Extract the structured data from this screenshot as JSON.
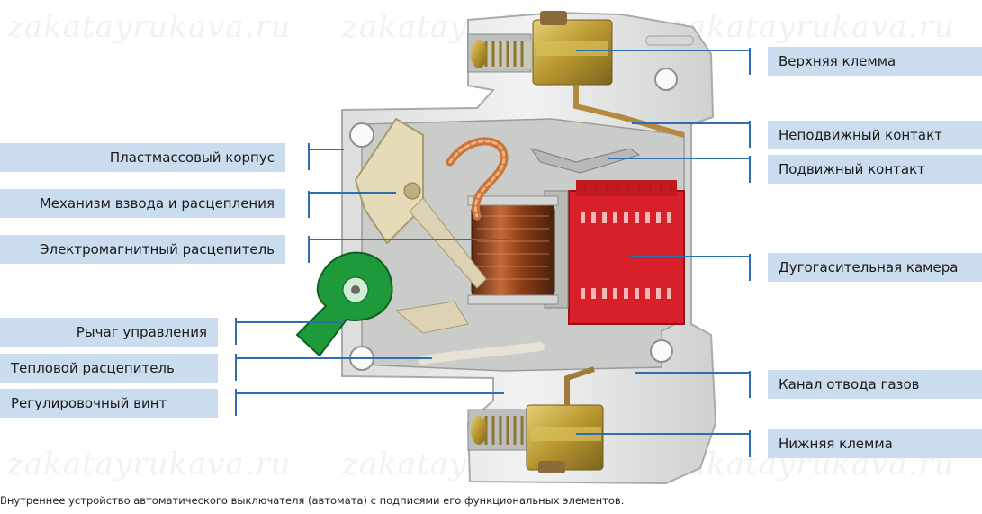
{
  "watermark": "zakatayrukava.ru",
  "labels": {
    "plastic_case": "Пластмассовый корпус",
    "cocking_mechanism": "Механизм взвода и расцепления",
    "electromagnetic_release": "Электромагнитный расцепитель",
    "control_lever": "Рычаг управления",
    "thermal_release": "Тепловой расцепитель",
    "adjusting_screw": "Регулировочный винт",
    "upper_terminal": "Верхняя клемма",
    "fixed_contact": "Неподвижный контакт",
    "moving_contact": "Подвижный контакт",
    "arc_chamber": "Дугогасительная камера",
    "gas_channel": "Канал отвода газов",
    "lower_terminal": "Нижняя клемма"
  },
  "caption": "Внутреннее устройство автоматического выключателя (автомата) с подписями его функциональных элементов.",
  "colors": {
    "label_bg": "#cbdcee",
    "leader_line": "#2f6fb0",
    "housing": "#e9eaea",
    "arc_chamber": "#d8202a",
    "lever": "#1f9a3a",
    "coil": "#9a4a25",
    "brass": "#b89b3a"
  }
}
